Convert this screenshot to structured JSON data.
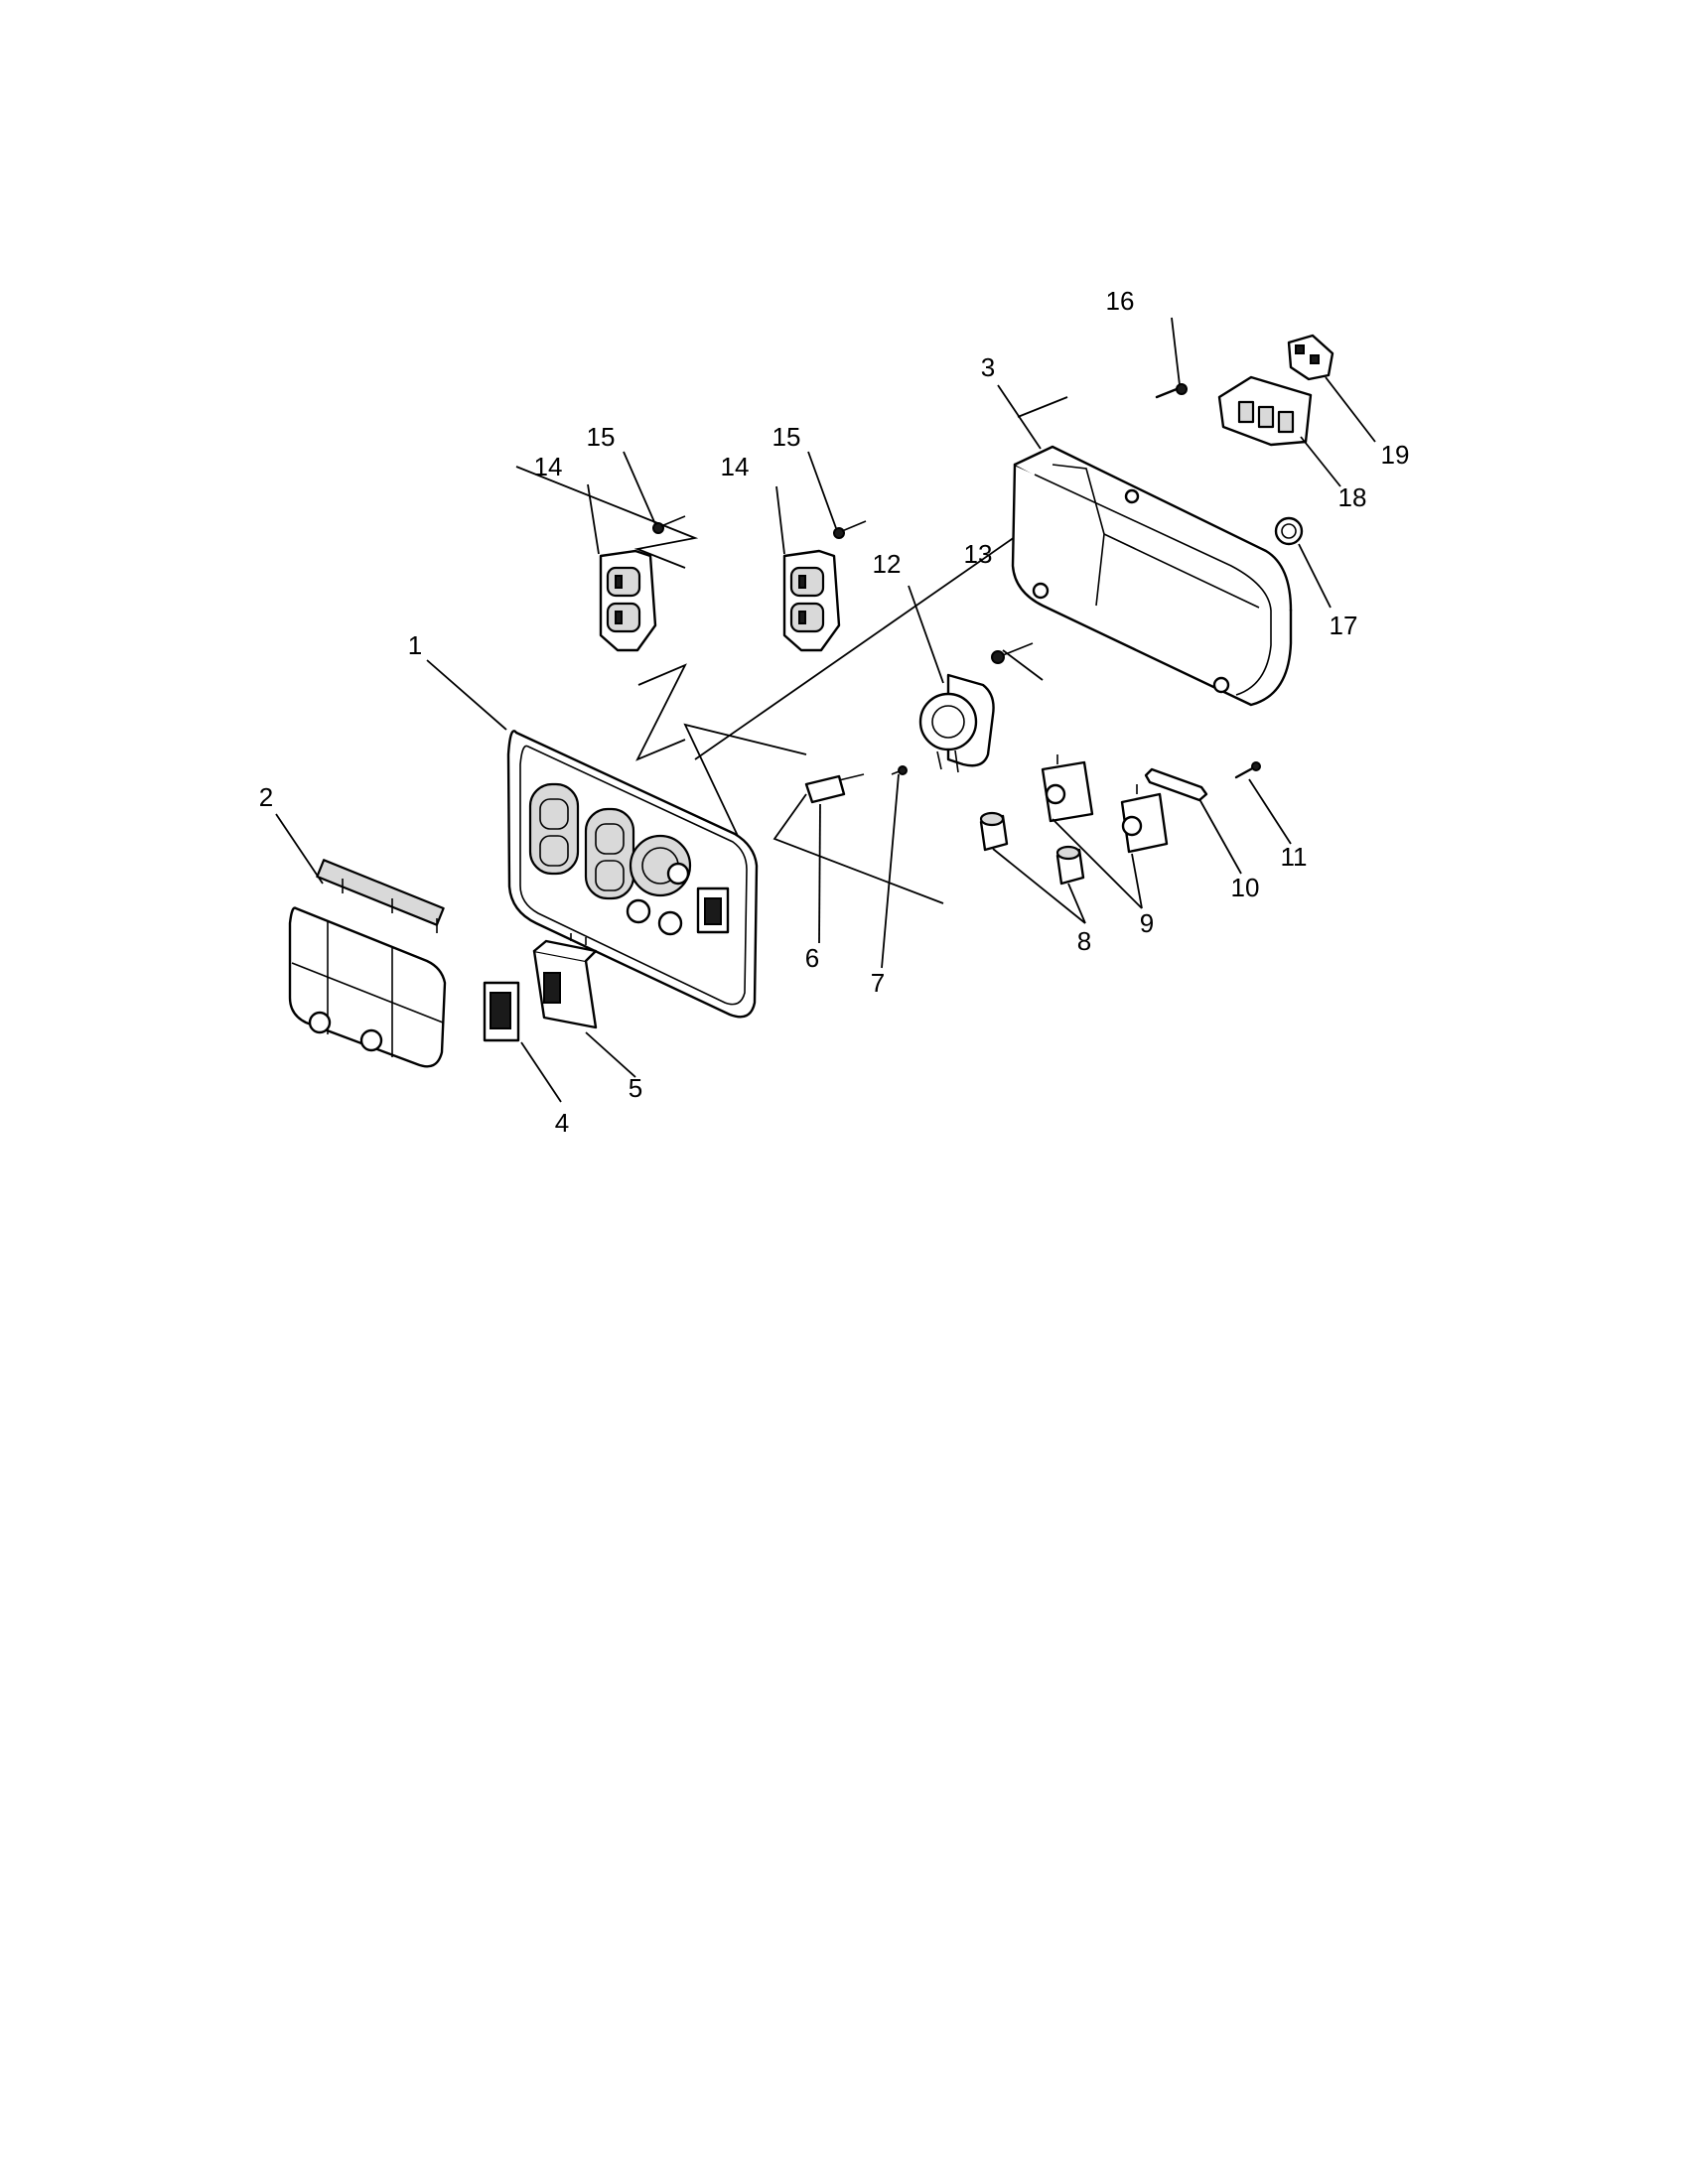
{
  "callouts": [
    {
      "id": "1",
      "label": "1"
    },
    {
      "id": "2",
      "label": "2"
    },
    {
      "id": "3",
      "label": "3"
    },
    {
      "id": "4",
      "label": "4"
    },
    {
      "id": "5",
      "label": "5"
    },
    {
      "id": "6",
      "label": "6"
    },
    {
      "id": "7",
      "label": "7"
    },
    {
      "id": "8",
      "label": "8"
    },
    {
      "id": "9",
      "label": "9"
    },
    {
      "id": "10",
      "label": "10"
    },
    {
      "id": "11",
      "label": "11"
    },
    {
      "id": "12",
      "label": "12"
    },
    {
      "id": "13",
      "label": "13"
    },
    {
      "id": "14a",
      "label": "14"
    },
    {
      "id": "14b",
      "label": "14"
    },
    {
      "id": "15a",
      "label": "15"
    },
    {
      "id": "15b",
      "label": "15"
    },
    {
      "id": "16",
      "label": "16"
    },
    {
      "id": "17",
      "label": "17"
    },
    {
      "id": "18",
      "label": "18"
    },
    {
      "id": "19",
      "label": "19"
    }
  ]
}
